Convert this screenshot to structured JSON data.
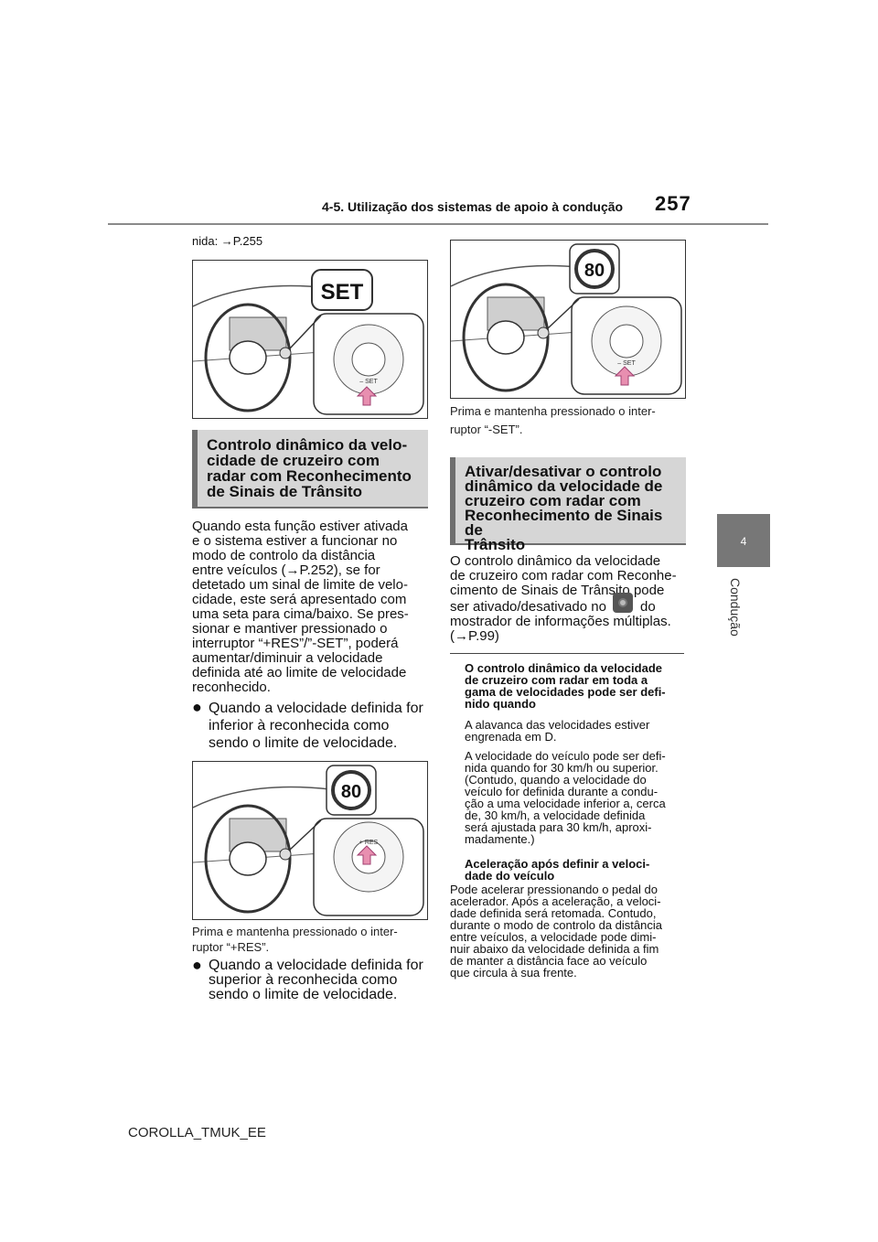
{
  "header": {
    "section_title": "4-5. Utilização dos sistemas de apoio à condução",
    "page_number": "257"
  },
  "side_tab": {
    "number": "4",
    "label": "Condução"
  },
  "left_column": {
    "top_ref": "nida: →P.255",
    "fig1_label": "SET",
    "fig1_switch": "– SET",
    "section_heading": "Controlo dinâmico da velo-\ncidade de cruzeiro com\nradar com Reconhecimento\nde Sinais de Trânsito",
    "paragraph": "Quando esta função estiver ativada\ne o sistema estiver a funcionar no\nmodo de controlo da distância\nentre veículos (→P.252), se for\ndetetado um sinal de limite de velo-\ncidade, este será apresentado com\numa seta para cima/baixo. Se pres-\nsionar e mantiver pressionado o\ninterruptor “+RES”/”-SET”, poderá\naumentar/diminuir a velocidade\ndefinida até ao limite de velocidade\nreconhecido.",
    "bullet1": "Quando a velocidade definida for\ninferior à reconhecida como\nsendo o limite de velocidade.",
    "fig2_sign": "80",
    "fig2_switch": "+ RES",
    "caption2": "Prima e mantenha pressionado o inter-\nruptor “+RES”.",
    "bullet2": "Quando a velocidade definida for\nsuperior à reconhecida como\nsendo o limite de velocidade."
  },
  "right_column": {
    "fig3_sign": "80",
    "fig3_switch": "– SET",
    "caption3": "Prima e mantenha pressionado o inter-\nruptor “-SET”.",
    "section_heading": "Ativar/desativar o controlo\ndinâmico da velocidade de\ncruzeiro com radar com\nReconhecimento de Sinais de\nTrânsito",
    "paragraph_a": "O controlo dinâmico da velocidade\nde cruzeiro com radar com Reconhe-\ncimento de Sinais de Trânsito pode",
    "paragraph_b1": "ser ativado/desativado no",
    "paragraph_b2": "do",
    "paragraph_c": "mostrador de informações múltiplas.\n(→P.99)",
    "note_head1": "O controlo dinâmico da velocidade\nde cruzeiro com radar em toda a\ngama de velocidades pode ser defi-\nnido quando",
    "note_text1": "A alavanca das velocidades estiver\nengrenada em D.",
    "note_text2": "A velocidade do veículo pode ser defi-\nnida quando for 30 km/h ou superior.\n(Contudo, quando a velocidade do\nveículo for definida durante a condu-\nção a uma velocidade inferior a, cerca\nde, 30 km/h, a velocidade definida\nserá ajustada para 30 km/h, aproxi-\nmadamente.)",
    "note_head2": "Aceleração após definir a veloci-\ndade do veículo",
    "note_text3": "Pode acelerar pressionando o pedal do\nacelerador. Após a aceleração, a veloci-\ndade definida será retomada. Contudo,\ndurante o modo de controlo da distância\nentre veículos, a velocidade pode dimi-\nnuir abaixo da velocidade definida a fim\nde manter a distância face ao veículo\nque circula à sua frente."
  },
  "footer": {
    "code": "COROLLA_TMUK_EE"
  },
  "colors": {
    "tab": "#777777",
    "heading_bg": "#d6d6d6",
    "arrow": "#e88fb0"
  },
  "icons": [
    "gear-icon",
    "up-arrow-icon",
    "speed-sign-icon"
  ]
}
